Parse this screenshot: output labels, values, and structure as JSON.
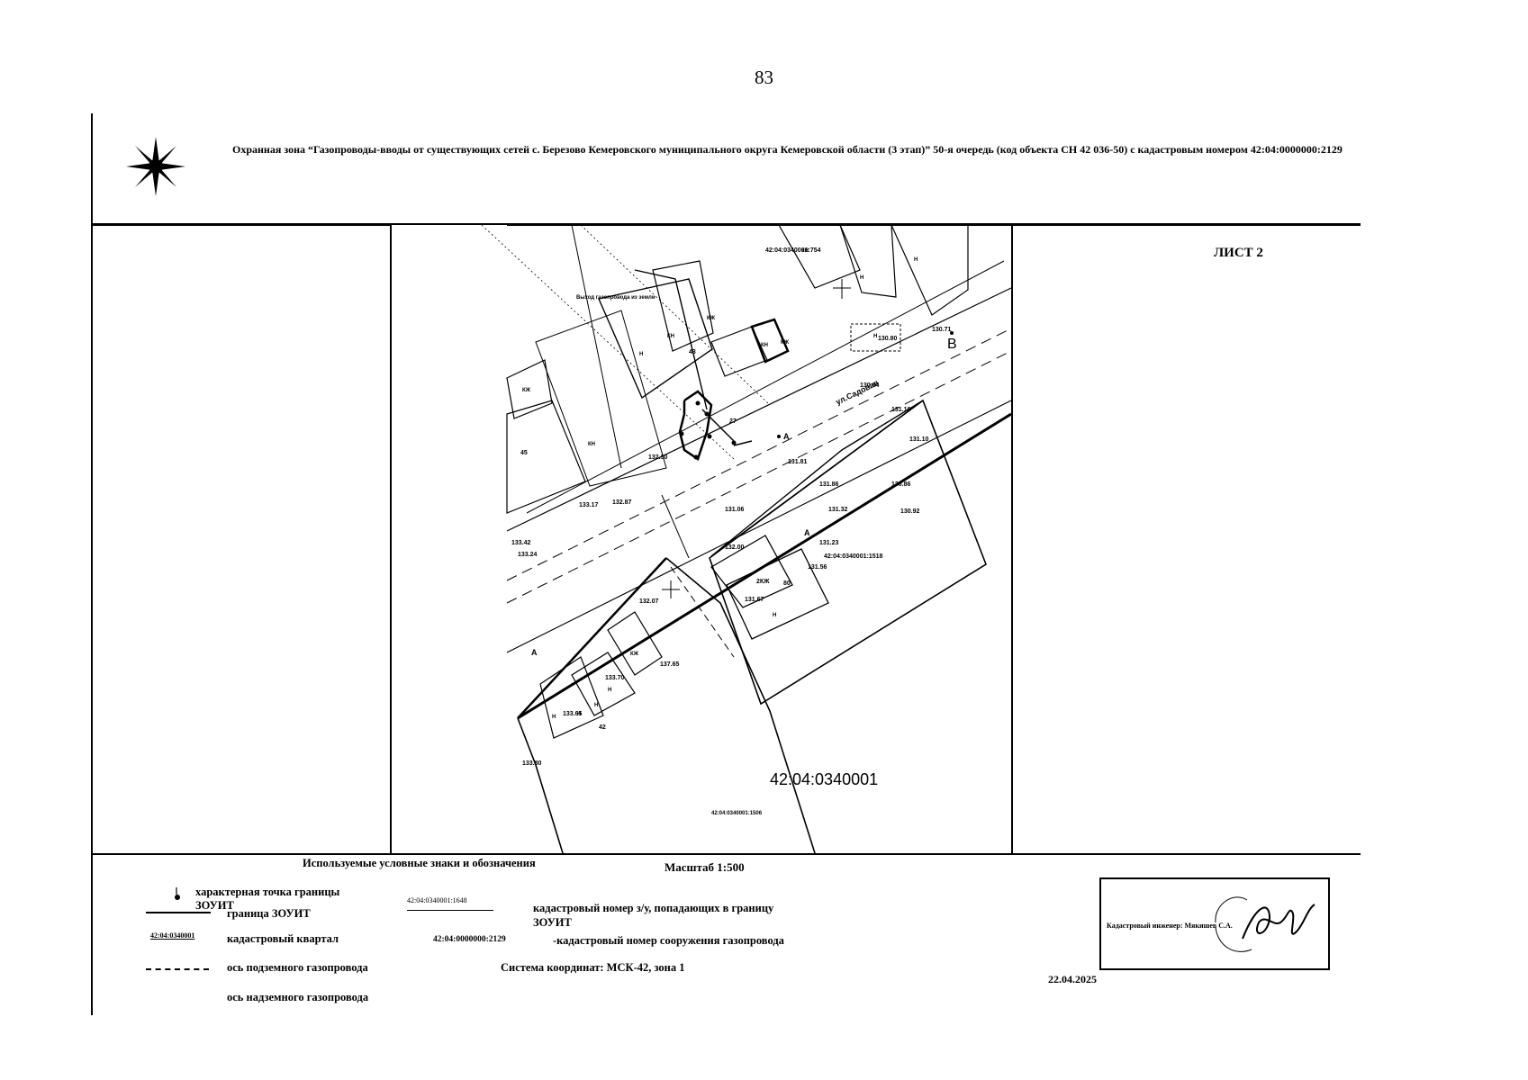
{
  "page_number": "83",
  "title": "Охранная зона “Газопроводы-вводы от существующих сетей с. Березово Кемеровского муниципального округа Кемеровской области (3 этап)” 50-я очередь (код объекта СН 42 036-50) с кадастровым номером 42:04:0000000:2129",
  "sheet": "ЛИСТ 2",
  "map": {
    "quarter": "42:04:0340001",
    "parcels": [
      "42:04:0340001:754",
      "42:04:0340001:1518",
      "42:04:0340001:1506"
    ],
    "street": "ул.Садовая",
    "callout": "Выход газопровода из земли",
    "point_labels": [
      "B",
      "A",
      "A",
      "A"
    ],
    "elevations": [
      "130.71",
      "130.80",
      "130.84",
      "131.10",
      "131.10",
      "131.86",
      "130.86",
      "131.32",
      "130.92",
      "131.23",
      "131.56",
      "131.67",
      "132.00",
      "132.07",
      "132.30",
      "132.87",
      "133.17",
      "133.42",
      "133.24",
      "133.70",
      "137.65",
      "133.65",
      "133.80",
      "131.81",
      "131.06"
    ],
    "building_labels": [
      "КЖ",
      "КН",
      "КЖ",
      "КН",
      "Н",
      "КН",
      "КЖ",
      "КН",
      "Н",
      "Н",
      "Н",
      "КЖ",
      "Н",
      "Н",
      "Н",
      "Н",
      "2КЖ",
      "Н"
    ],
    "building_numbers": [
      "43",
      "45",
      "80",
      "42",
      "27"
    ]
  },
  "legend": {
    "title": "Используемые условные знаки и обозначения",
    "scale": "Масштаб 1:500",
    "items": [
      {
        "label": "характерная точка границы ЗОУИТ"
      },
      {
        "label": "граница ЗОУИТ"
      },
      {
        "sample": "42:04:0340001",
        "label": "кадастровый квартал"
      },
      {
        "label": "ось подземного газопровода"
      },
      {
        "label": "ось надземного газопровода"
      }
    ],
    "parcel_sample": "42:04:0340001:1648",
    "parcel_label": "кадастровый номер з/у, попадающих в границу ЗОУИТ",
    "structure_sample": "42:04:0000000:2129",
    "structure_label": "-кадастровый номер сооружения газопровода",
    "coordinate_system": "Система координат: МСК-42, зона 1"
  },
  "stamp": {
    "engineer": "Кадастровый инженер: Мякишев С.А."
  },
  "date": "22.04.2025"
}
